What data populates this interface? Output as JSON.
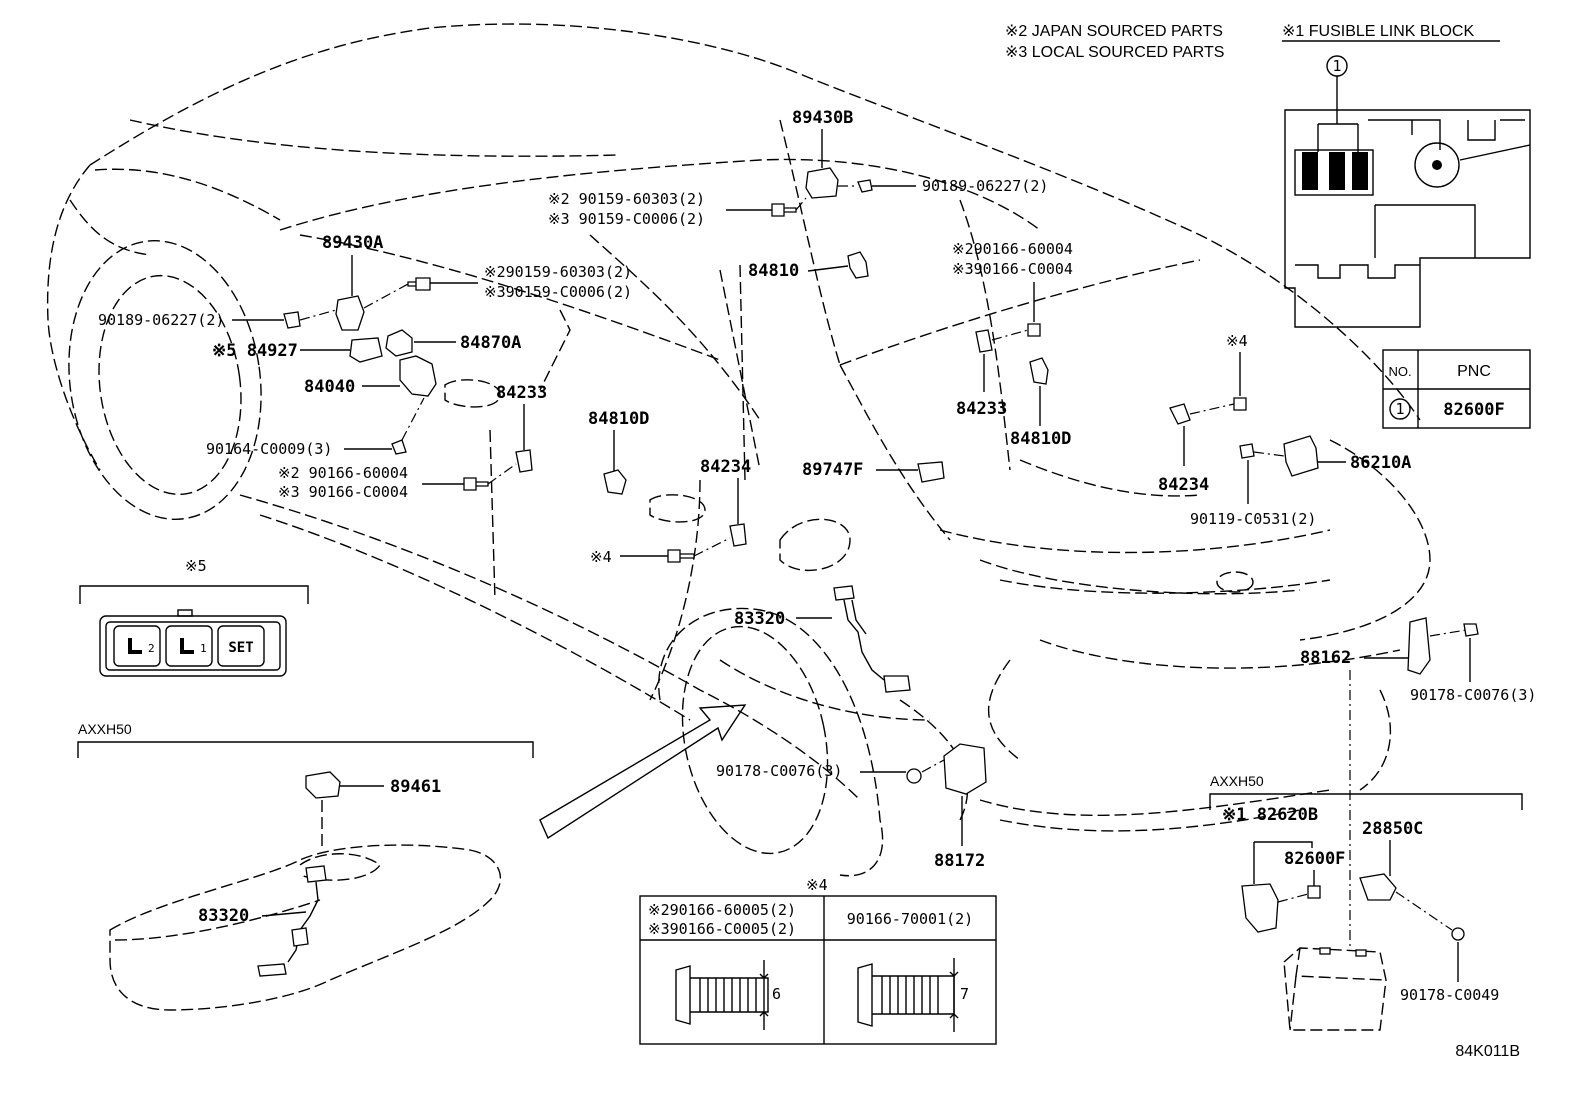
{
  "legend": {
    "japan": "※2 JAPAN SOURCED PARTS",
    "local": "※3 LOCAL SOURCED PARTS",
    "fusible": "※1 FUSIBLE LINK BLOCK",
    "fusible_circle": "1"
  },
  "pnc_table": {
    "col_no": "NO.",
    "col_pnc": "PNC",
    "row_no": "1",
    "row_pnc": "82600F"
  },
  "labels": {
    "p89430B": "89430B",
    "p90189_top": "90189-06227(2)",
    "p90159_j_top": "※2 90159-60303(2)",
    "p90159_l_top": "※3 90159-C0006(2)",
    "p89430A": "89430A",
    "p90159_j_left": "※290159-60303(2)",
    "p90159_l_left": "※390159-C0006(2)",
    "p90189_left": "90189-06227(2)",
    "p84927": "※5 84927",
    "p84870A": "84870A",
    "p84040": "84040",
    "p84233_left": "84233",
    "p84810D_left": "84810D",
    "p90164": "90164-C0009(3)",
    "p90166_j_left": "※2 90166-60004",
    "p90166_l_left": "※3 90166-C0004",
    "p84810": "84810",
    "p90166_j_right": "※290166-60004",
    "p90166_l_right": "※390166-C0004",
    "p84233_right": "84233",
    "p84810D_right": "84810D",
    "p84234_mid": "84234",
    "p89747F": "89747F",
    "star4_mid": "※4",
    "star4_right": "※4",
    "p84234_right": "84234",
    "p86210A": "86210A",
    "p90119": "90119-C0531(2)",
    "p83320_mid": "83320",
    "p88162": "88162",
    "p90178_right": "90178-C0076(3)",
    "p90178_mid": "90178-C0076(3)",
    "p88172": "88172",
    "star5_title": "※5",
    "sw_set": "SET",
    "sw_2": "2",
    "sw_1": "1",
    "axxh50_left": "AXXH50",
    "p89461": "89461",
    "p83320_tank": "83320",
    "star4_box_title": "※4",
    "box_j": "※290166-60005(2)",
    "box_l": "※390166-C0005(2)",
    "box_r": "90166-70001(2)",
    "dim_6": "6",
    "dim_7": "7",
    "axxh50_right": "AXXH50",
    "p82620B": "※1 82620B",
    "p82600F": "82600F",
    "p28850C": "28850C",
    "p90178_C0049": "90178-C0049",
    "diagram_code": "84K011B"
  }
}
